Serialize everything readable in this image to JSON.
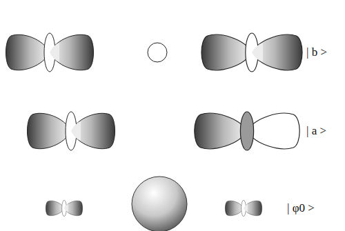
{
  "diagram": {
    "labels": [
      "| b >",
      "| a >",
      "| φ0 >"
    ]
  }
}
